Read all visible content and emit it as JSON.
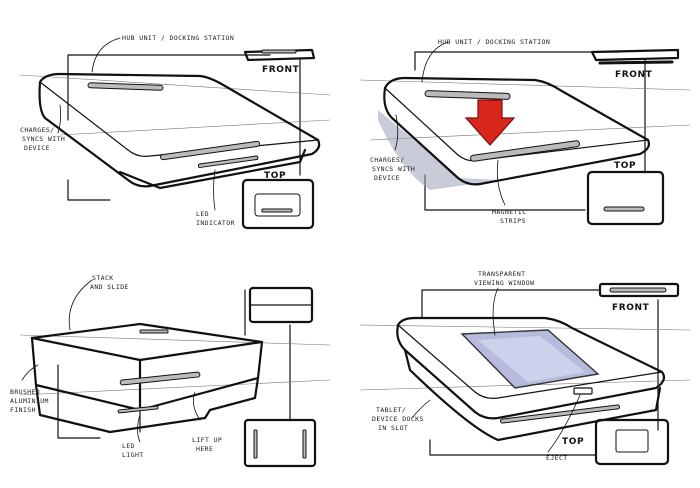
{
  "panel1": {
    "label_hub": "HUB UNIT / DOCKING STATION",
    "label_front": "FRONT",
    "label_charges": [
      "CHARGES/",
      "SYNCS WITH",
      "DEVICE"
    ],
    "label_top": "TOP",
    "label_led": [
      "LED",
      "INDICATOR"
    ]
  },
  "panel2": {
    "label_hub": "HUB UNIT / DOCKING STATION",
    "label_front": "FRONT",
    "label_charges": [
      "CHARGES/",
      "SYNCS WITH",
      "DEVICE"
    ],
    "label_top": "TOP",
    "label_magnetic": [
      "MAGNETIC",
      "STRIPS"
    ],
    "arrow_color": "#d9261c"
  },
  "panel3": {
    "label_stack": [
      "STACK",
      "AND SLIDE"
    ],
    "label_brushed": [
      "BRUSHED",
      "ALUMINIUM",
      "FINISH"
    ],
    "label_led": [
      "LED",
      "LIGHT"
    ],
    "label_lift": [
      "LIFT UP",
      "HERE"
    ]
  },
  "panel4": {
    "label_window": [
      "TRANSPARENT",
      "VIEWING WINDOW"
    ],
    "label_front": "FRONT",
    "label_tablet": [
      "TABLET/",
      "DEVICE DOCKS",
      "IN SLOT"
    ],
    "label_top": "TOP",
    "label_eject": "EJECT",
    "window_color": "#aab0d8"
  }
}
